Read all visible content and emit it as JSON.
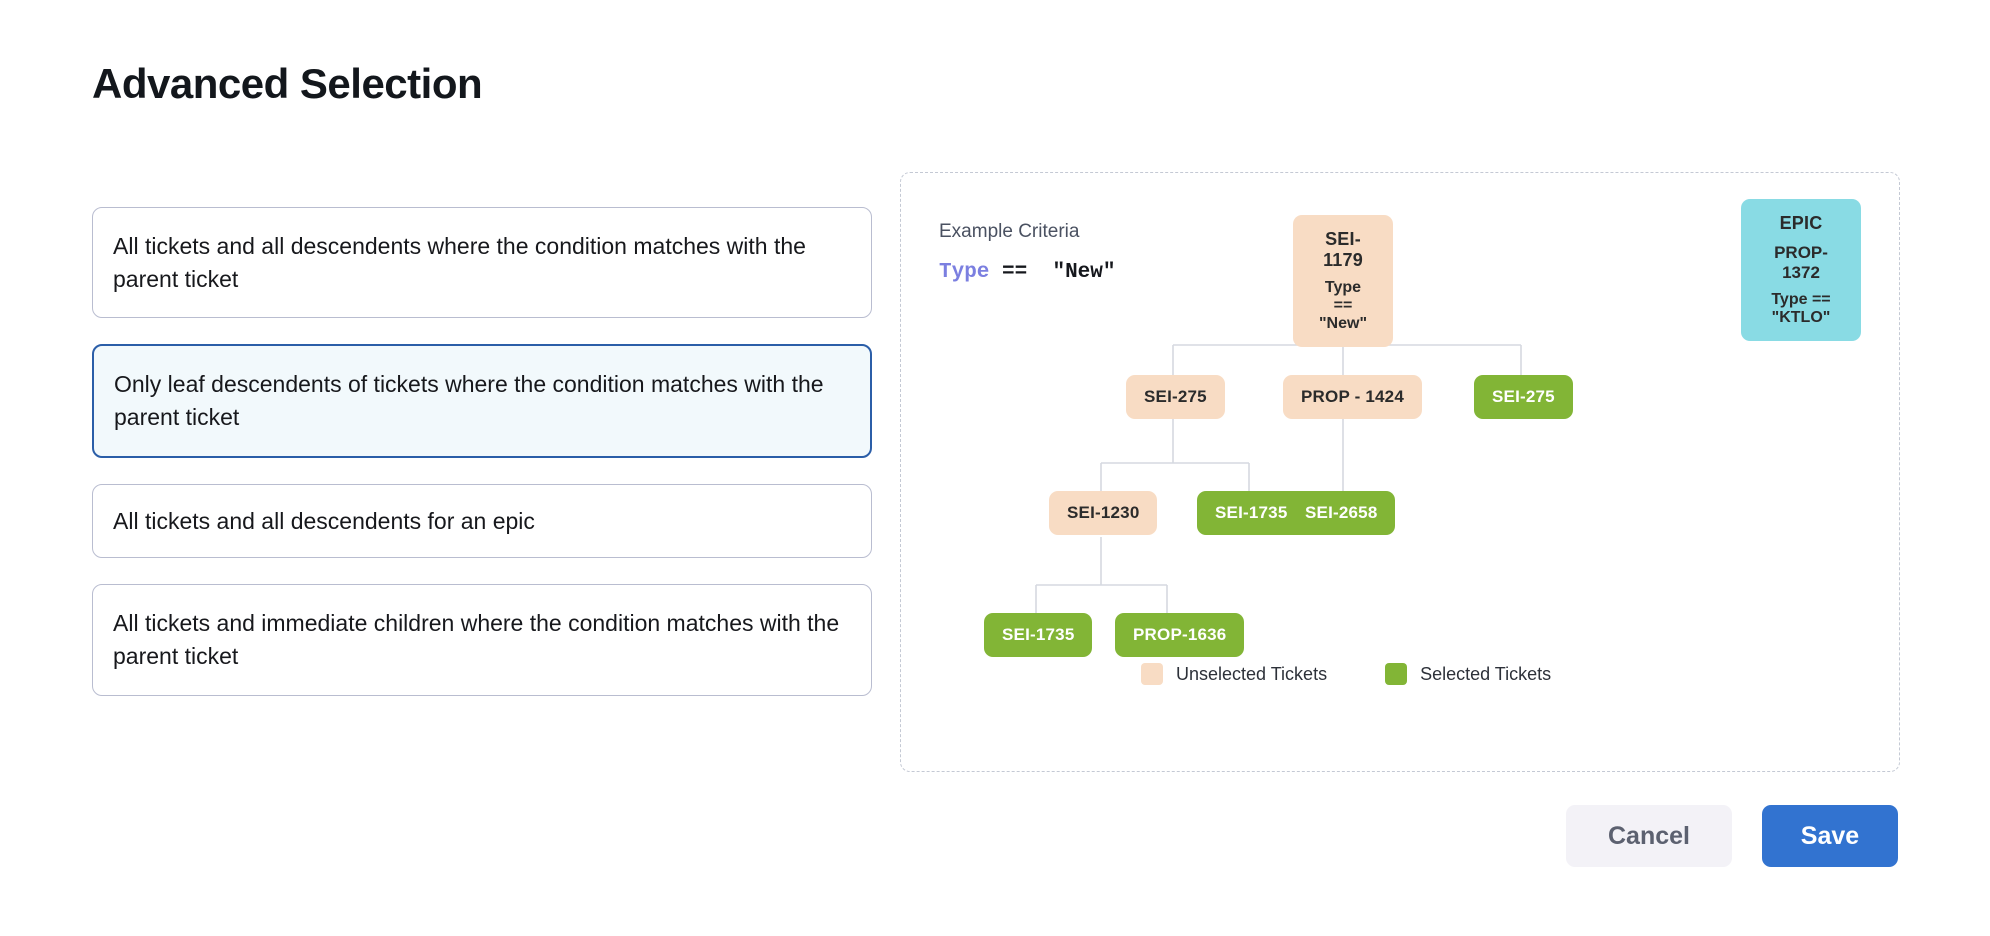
{
  "page": {
    "title": "Advanced Selection"
  },
  "options": [
    {
      "label": "All tickets and all descendents where the condition matches with the parent ticket",
      "selected": false
    },
    {
      "label": "Only leaf descendents of tickets where the condition matches with the parent ticket",
      "selected": true
    },
    {
      "label": "All tickets and all descendents for an epic",
      "selected": false
    },
    {
      "label": "All tickets and immediate children where the condition matches with the parent ticket",
      "selected": false
    }
  ],
  "diagram": {
    "criteria_label": "Example Criteria",
    "criteria_keyword": "Type",
    "criteria_operator": "==",
    "criteria_value": "\"New\"",
    "nodes": {
      "root": {
        "id": "SEI-1179",
        "sub": "Type == \"New\"",
        "state": "unselected"
      },
      "epic": {
        "id": "PROP-1372",
        "title": "EPIC",
        "sub": "Type == \"KTLO\"",
        "state": "epic"
      },
      "r2a": {
        "id": "SEI-275",
        "state": "unselected"
      },
      "r2b": {
        "id": "PROP - 1424",
        "state": "unselected"
      },
      "r2c": {
        "id": "SEI-275",
        "state": "selected"
      },
      "r3a": {
        "id": "SEI-1230",
        "state": "unselected"
      },
      "r3b": {
        "id": "SEI-1735",
        "state": "selected"
      },
      "r3c": {
        "id": "SEI-2658",
        "state": "selected"
      },
      "r4a": {
        "id": "SEI-1735",
        "state": "selected"
      },
      "r4b": {
        "id": "PROP-1636",
        "state": "selected"
      }
    },
    "legend": [
      {
        "label": "Unselected Tickets",
        "color": "#f8dcc4"
      },
      {
        "label": "Selected Tickets",
        "color": "#82b536"
      }
    ]
  },
  "footer": {
    "cancel_label": "Cancel",
    "save_label": "Save"
  },
  "colors": {
    "unselected": "#f8dcc4",
    "selected": "#82b536",
    "epic": "#89dbe4",
    "accent": "#3273d0",
    "selected_option_border": "#2b5ea8",
    "selected_option_bg": "#f2f9fc"
  }
}
